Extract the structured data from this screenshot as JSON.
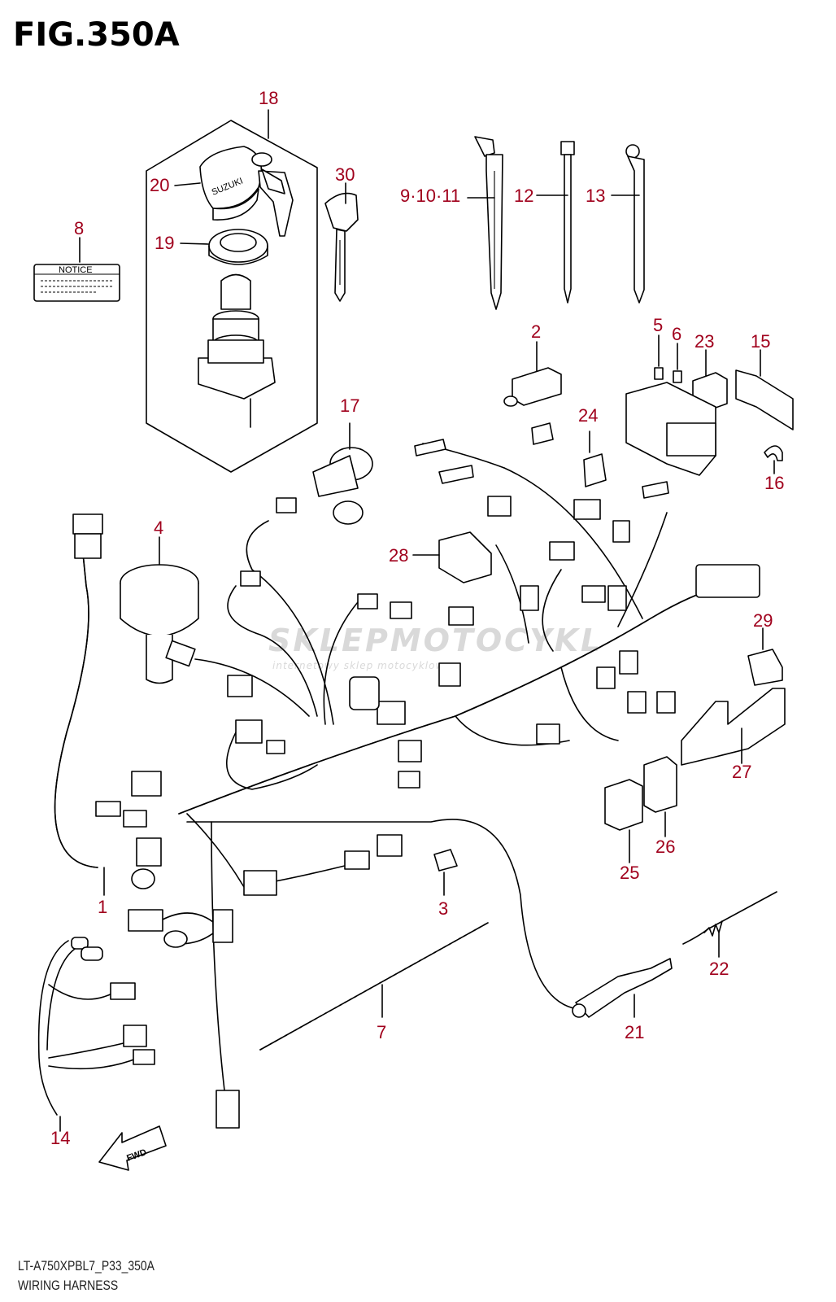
{
  "figure": {
    "title": "FIG.350A",
    "model_code": "LT-A750XPBL7_P33_350A",
    "section_name": "WIRING HARNESS"
  },
  "watermark": {
    "brand": "SKLEPMOTOCYKL",
    "tagline": "internetowy sklep motocyklowy"
  },
  "label_text": {
    "notice": "NOTICE",
    "fwd": "FWD",
    "suzuki": "SUZUKI"
  },
  "callouts": [
    {
      "id": "c1",
      "text": "1"
    },
    {
      "id": "c2",
      "text": "2"
    },
    {
      "id": "c3",
      "text": "3"
    },
    {
      "id": "c4",
      "text": "4"
    },
    {
      "id": "c5",
      "text": "5"
    },
    {
      "id": "c6",
      "text": "6"
    },
    {
      "id": "c7",
      "text": "7"
    },
    {
      "id": "c8",
      "text": "8"
    },
    {
      "id": "c9",
      "text": "9·10·11"
    },
    {
      "id": "c12",
      "text": "12"
    },
    {
      "id": "c13",
      "text": "13"
    },
    {
      "id": "c14",
      "text": "14"
    },
    {
      "id": "c15",
      "text": "15"
    },
    {
      "id": "c16",
      "text": "16"
    },
    {
      "id": "c17",
      "text": "17"
    },
    {
      "id": "c18",
      "text": "18"
    },
    {
      "id": "c19",
      "text": "19"
    },
    {
      "id": "c20",
      "text": "20"
    },
    {
      "id": "c21",
      "text": "21"
    },
    {
      "id": "c22",
      "text": "22"
    },
    {
      "id": "c23",
      "text": "23"
    },
    {
      "id": "c24",
      "text": "24"
    },
    {
      "id": "c25",
      "text": "25"
    },
    {
      "id": "c26",
      "text": "26"
    },
    {
      "id": "c27",
      "text": "27"
    },
    {
      "id": "c28",
      "text": "28"
    },
    {
      "id": "c29",
      "text": "29"
    },
    {
      "id": "c30",
      "text": "30"
    }
  ],
  "colors": {
    "callout": "#a0001c",
    "line": "#000000",
    "watermark": "#d9d9d9"
  }
}
